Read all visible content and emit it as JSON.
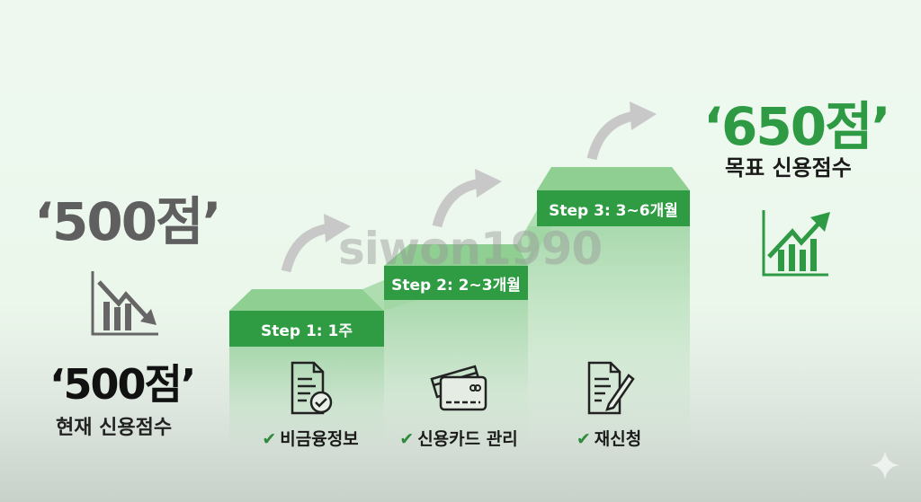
{
  "current": {
    "score_top": "‘500점’",
    "score": "‘500점’",
    "label": "현재 신용점수",
    "icon": "chart-down-icon",
    "color": "#5f5f5f"
  },
  "target": {
    "score": "‘650점’",
    "label": "목표 신용점수",
    "icon": "chart-up-icon",
    "color": "#2e9a44"
  },
  "steps": [
    {
      "label": "Step 1: 1주",
      "item": "비금융정보",
      "icon": "document-check-icon"
    },
    {
      "label": "Step 2: 2~3개월",
      "item": "신용카드 관리",
      "icon": "credit-cards-icon"
    },
    {
      "label": "Step 3: 3~6개월",
      "item": "재신청",
      "icon": "document-pen-icon"
    }
  ],
  "check_mark": "✔",
  "watermark": "siwon1990",
  "colors": {
    "accent": "#2f9c44",
    "step_top": "#8fd092",
    "arrow": "#c8c8c8"
  }
}
